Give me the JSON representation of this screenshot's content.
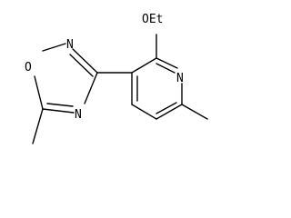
{
  "molecule": {
    "atoms": {
      "ring_oxygen": "O",
      "ring_nitrogen_top": "N",
      "ring_nitrogen_bottom": "N",
      "ethoxy": "OEt",
      "pyridine_nitrogen": "N"
    },
    "colors": {
      "bond": "#000000",
      "label": "#000000",
      "background": "#ffffff"
    }
  }
}
